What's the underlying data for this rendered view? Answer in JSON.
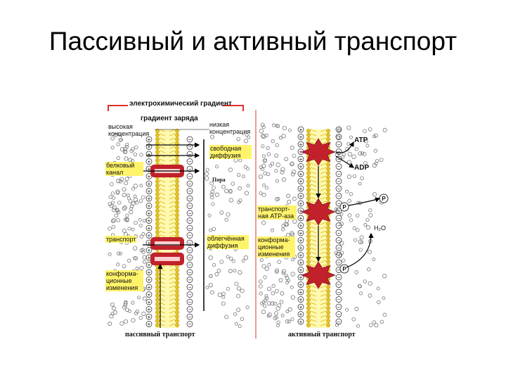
{
  "slide": {
    "title": "Пассивный и активный транспорт"
  },
  "diagram": {
    "electro_gradient": "электрохимический градиент",
    "charge_gradient": "градиент заряда",
    "high_concentration": "высокая концентрация",
    "low_concentration": "низкая концентрация",
    "free_diffusion": "свободная диффузия",
    "protein_channel": "белковый канал",
    "pore": "Пора",
    "transporter": "транспорт",
    "facilitated_diffusion": "облегчённая диффузия",
    "conformational_left": "конформа-ционные изменения",
    "conformational_right": "конформа-ционные изменения",
    "atpase": "транспорт-ная АТР-аза",
    "atp": "ATP",
    "adp": "ADP",
    "p": "P",
    "water": "H₂O",
    "passive": "пассивный транспорт",
    "active": "активный транспорт"
  },
  "colors": {
    "lipid_head": "#e8c21a",
    "lipid_tail": "#fff8b0",
    "protein": "#c0212b",
    "gradient_bar": "#e0302a"
  }
}
